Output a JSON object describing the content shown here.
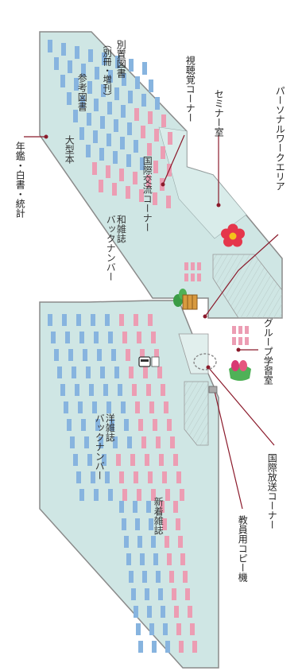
{
  "floor_map": {
    "areas": {
      "yearbooks": "年鑑・白書・統計",
      "annex_books": "別置図書",
      "annex_books_sub": "（別冊・増刊）",
      "reference_books": "参考図書",
      "oversize_books": "大型本",
      "av_corner": "視聴覚コーナー",
      "seminar_room": "セミナー室",
      "intl_exchange_corner": "国際交流コーナー",
      "japanese_back_numbers": "和雑誌\nバックナンバー",
      "personal_work_area": "パーソナルワークエリア",
      "group_study_room": "グループ学習室",
      "intl_broadcast_corner": "国際放送コーナー",
      "foreign_back_numbers": "洋雑誌\nバックナンバー",
      "new_magazines": "新着雑誌",
      "staff_copier": "教員用コピー機"
    },
    "colors": {
      "floor": "#cfe6e4",
      "outline": "#8a8a8a",
      "blue_shelf": "#87b4df",
      "pink_shelf": "#ec9db3",
      "leader": "#8b1a2b",
      "room": "#e9f1ef"
    },
    "icons": [
      "flower-icon",
      "potted-plant-icon",
      "tulip-icon",
      "copier-icon",
      "satellite-dish-icon"
    ]
  }
}
